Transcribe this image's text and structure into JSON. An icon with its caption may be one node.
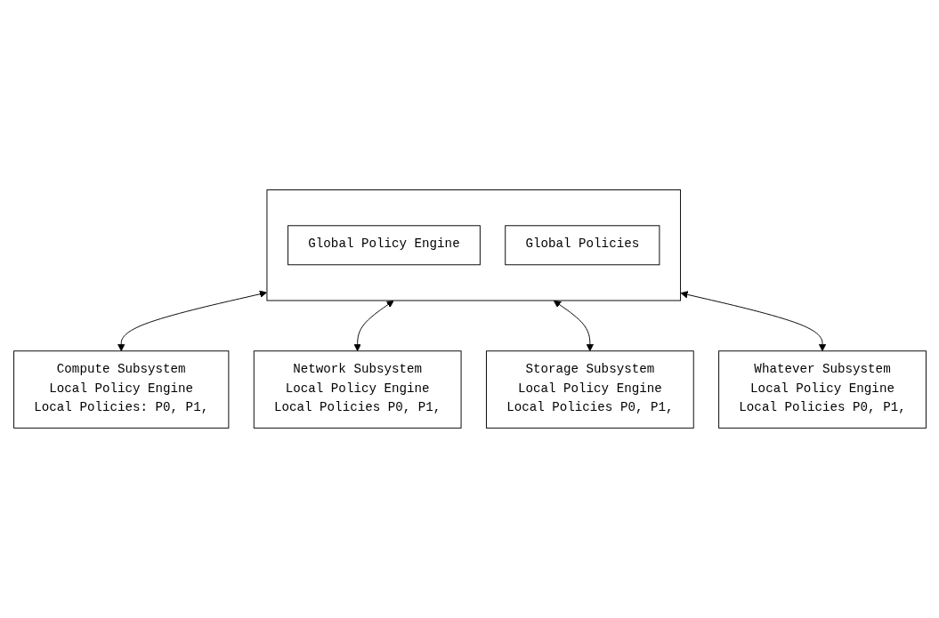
{
  "diagram": {
    "nodes": [
      {
        "text": [],
        "shape": "box"
      },
      {
        "text": [
          "Global Policy Engine"
        ],
        "in": 0
      },
      {
        "text": [
          "Global Policies"
        ],
        "in": 0
      },
      {
        "text": [
          "Compute Subsystem",
          "Local Policy Engine",
          "Local Policies: P0, P1,"
        ]
      },
      {
        "text": [
          "Network Subsystem",
          "Local Policy Engine",
          "Local Policies P0, P1,"
        ]
      },
      {
        "text": [
          "Storage Subsystem",
          "Local Policy Engine",
          "Local Policies P0, P1,"
        ]
      },
      {
        "text": [
          "Whatever Subsystem",
          "Local Policy Engine",
          "Local Policies P0, P1,"
        ]
      }
    ],
    "edges": [
      {
        "from": 0,
        "to": 3,
        "arrow": "both"
      },
      {
        "from": 0,
        "to": 4,
        "arrow": "both"
      },
      {
        "from": 0,
        "to": 5,
        "arrow": "both"
      },
      {
        "from": 0,
        "to": 6,
        "arrow": "both"
      }
    ]
  }
}
